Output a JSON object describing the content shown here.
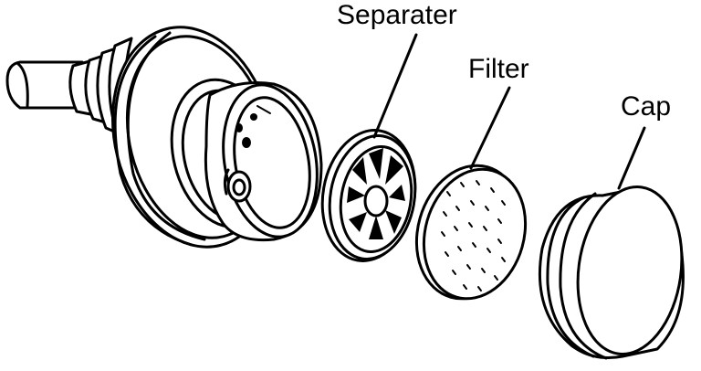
{
  "labels": {
    "separater": "Separater",
    "filter": "Filter",
    "cap": "Cap"
  },
  "colors": {
    "ink": "#000000",
    "paper": "#ffffff"
  }
}
